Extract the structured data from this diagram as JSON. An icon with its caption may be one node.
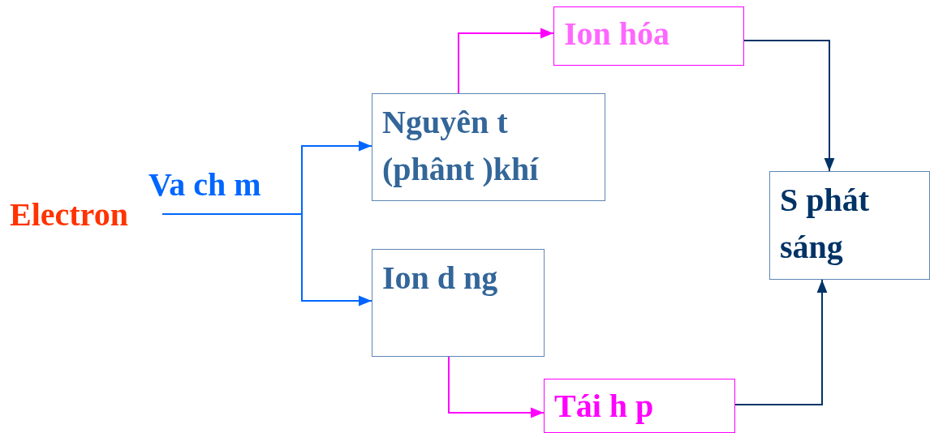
{
  "diagram": {
    "nodes": [
      {
        "text": [
          "Electron"
        ]
      },
      {
        "text": [
          "Nguyên t (phânt )khí"
        ]
      },
      {
        "text": [
          "Ion d ng"
        ]
      },
      {
        "text": [
          "Ion hóa"
        ]
      },
      {
        "text": [
          "Tái h p"
        ]
      },
      {
        "text": [
          "S phát sáng"
        ]
      }
    ],
    "edges": [
      {
        "from": 0,
        "to": 1,
        "arrow": "to",
        "label": "Va ch m",
        "color": "#0066ff"
      },
      {
        "from": 0,
        "to": 2,
        "arrow": "to",
        "color": "#0066ff"
      },
      {
        "from": 1,
        "to": 3,
        "arrow": "to",
        "color": "#ff00ff"
      },
      {
        "from": 2,
        "to": 4,
        "arrow": "to",
        "color": "#ff00ff"
      },
      {
        "from": 3,
        "to": 5,
        "arrow": "to",
        "color": "#003366"
      },
      {
        "from": 4,
        "to": 5,
        "arrow": "to",
        "color": "#003366"
      }
    ]
  }
}
